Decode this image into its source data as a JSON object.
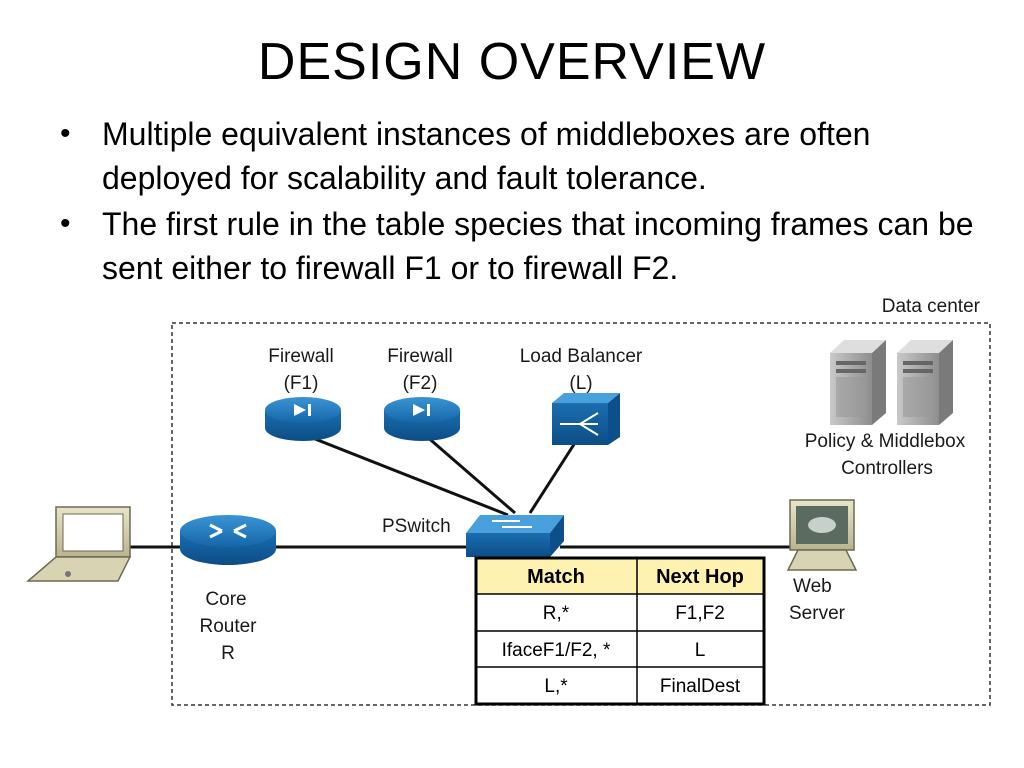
{
  "title": "DESIGN OVERVIEW",
  "bullets": [
    "Multiple equivalent instances of middleboxes are often deployed for scalability and fault tolerance.",
    "The first rule in the table species that incoming frames can be sent either to firewall F1 or to firewall F2."
  ],
  "diagram": {
    "data_center_label": "Data center",
    "firewall1": {
      "line1": "Firewall",
      "line2": "(F1)"
    },
    "firewall2": {
      "line1": "Firewall",
      "line2": "(F2)"
    },
    "load_balancer": {
      "line1": "Load Balancer",
      "line2": "(L)"
    },
    "controllers": {
      "line1": "Policy & Middlebox",
      "line2": "Controllers"
    },
    "pswitch_label": "PSwitch",
    "core_router": {
      "line1": "Core",
      "line2": "Router",
      "line3": "R"
    },
    "web_server": {
      "line1": "Web",
      "line2": "Server"
    },
    "table": {
      "headers": [
        "Match",
        "Next Hop"
      ],
      "rows": [
        [
          "R,*",
          "F1,F2"
        ],
        [
          "IfaceF1/F2, *",
          "L"
        ],
        [
          "L,*",
          "FinalDest"
        ]
      ]
    },
    "colors": {
      "device_blue": "#1f78b8",
      "table_header": "#fff2b0",
      "border_dashed": "#333333"
    }
  }
}
